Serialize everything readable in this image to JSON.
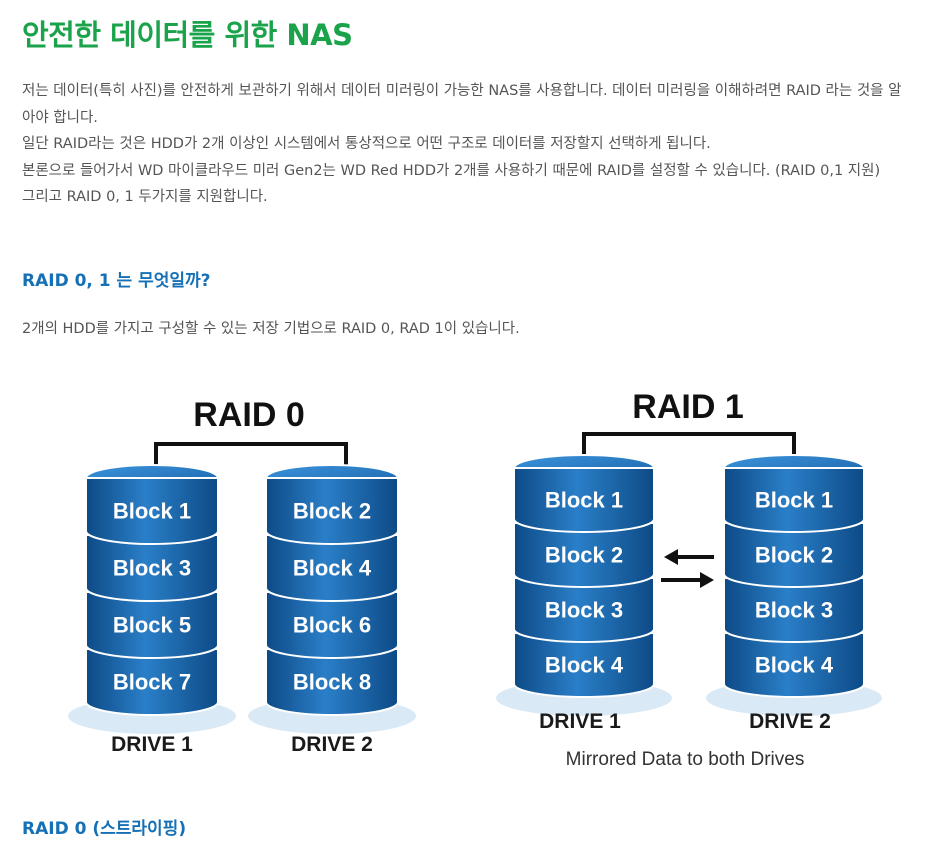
{
  "page": {
    "title": "안전한 데이터를 위한 NAS",
    "intro_lines": [
      "저는 데이터(특히 사진)를 안전하게 보관하기 위해서 데이터 미러링이 가능한 NAS를 사용합니다. 데이터 미러링을 이해하려면 RAID 라는 것을 알아야 합니다.",
      "일단 RAID라는 것은 HDD가 2개 이상인 시스템에서 통상적으로 어떤 구조로 데이터를 저장할지 선택하게 됩니다.",
      "본론으로 들어가서 WD 마이클라우드 미러 Gen2는 WD Red HDD가 2개를 사용하기 때문에 RAID를  설정할 수 있습니다. (RAID 0,1 지원)",
      "그리고 RAID 0, 1 두가지를 지원합니다."
    ],
    "section1_heading": "RAID 0, 1 는 무엇일까?",
    "section1_text": "2개의 HDD를 가지고 구성할 수 있는 저장 기법으로 RAID 0, RAD 1이 있습니다.",
    "section2_heading": "RAID 0 (스트라이핑)"
  },
  "diagram": {
    "raid0": {
      "title": "RAID 0",
      "drive1": {
        "label": "DRIVE 1",
        "blocks": [
          "Block 1",
          "Block 3",
          "Block 5",
          "Block 7"
        ]
      },
      "drive2": {
        "label": "DRIVE 2",
        "blocks": [
          "Block 2",
          "Block 4",
          "Block 6",
          "Block 8"
        ]
      }
    },
    "raid1": {
      "title": "RAID 1",
      "drive1": {
        "label": "DRIVE 1",
        "blocks": [
          "Block 1",
          "Block 2",
          "Block 3",
          "Block 4"
        ]
      },
      "drive2": {
        "label": "DRIVE 2",
        "blocks": [
          "Block 1",
          "Block 2",
          "Block 3",
          "Block 4"
        ]
      },
      "caption": "Mirrored Data to both Drives"
    },
    "colors": {
      "block_dark": "#0e4f8f",
      "block_light": "#2f86d0",
      "title_green": "#1aa34a",
      "heading_blue": "#1570b5"
    }
  }
}
